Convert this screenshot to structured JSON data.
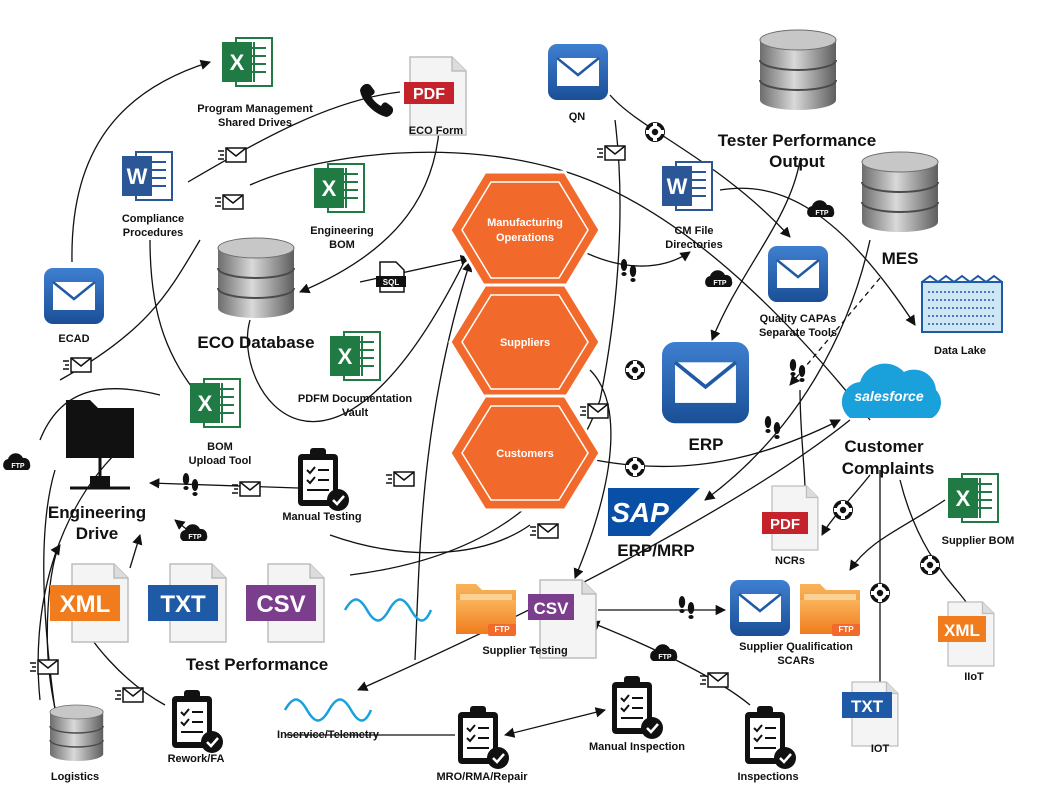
{
  "nodes": {
    "program_mgmt": [
      "Program Management",
      "Shared Drives"
    ],
    "eco_form": [
      "ECO Form"
    ],
    "compliance": [
      "Compliance",
      "Procedures"
    ],
    "eng_bom": [
      "Engineering",
      "BOM"
    ],
    "ecad": [
      "ECAD"
    ],
    "eco_database": [
      "ECO Database"
    ],
    "pdfm_vault": [
      "PDFM Documentation",
      "Vault"
    ],
    "bom_upload": [
      "BOM",
      "Upload Tool"
    ],
    "eng_drive": [
      "Engineering",
      "Drive"
    ],
    "manual_testing": [
      "Manual Testing"
    ],
    "test_performance": [
      "Test Performance"
    ],
    "logistics": [
      "Logistics"
    ],
    "rework": [
      "Rework/FA"
    ],
    "inservice": [
      "Inservice/Telemetry"
    ],
    "mro": [
      "MRO/RMA/Repair"
    ],
    "manual_inspection": [
      "Manual Inspection"
    ],
    "inspections": [
      "Inspections"
    ],
    "supplier_testing": [
      "Supplier Testing"
    ],
    "supplier_qual": [
      "Supplier Qualification",
      "SCARs"
    ],
    "iot": [
      "IOT"
    ],
    "iiot": [
      "IIoT"
    ],
    "supplier_bom": [
      "Supplier BOM"
    ],
    "ncrs": [
      "NCRs"
    ],
    "customer_complaints": [
      "Customer",
      "Complaints"
    ],
    "erp_mrp": [
      "ERP/MRP"
    ],
    "erp": [
      "ERP"
    ],
    "quality_capas": [
      "Quality CAPAs",
      "Separate Tools"
    ],
    "data_lake": [
      "Data Lake"
    ],
    "mes": [
      "MES"
    ],
    "cm_file": [
      "CM File",
      "Directories"
    ],
    "tester_perf": [
      "Tester Performance",
      "Output"
    ],
    "qn": [
      "QN"
    ]
  },
  "hexagons": {
    "manufacturing": [
      "Manufacturing",
      "Operations"
    ],
    "suppliers": [
      "Suppliers"
    ],
    "customers": [
      "Customers"
    ]
  },
  "file_badges": {
    "pdf": "PDF",
    "xls": "X",
    "doc": "W",
    "xml": "XML",
    "txt": "TXT",
    "csv": "CSV",
    "sql": "SQL",
    "ftp": "FTP",
    "sap": "SAP",
    "salesforce": "salesforce"
  },
  "colors": {
    "orange": "#f26a2b",
    "excel_green": "#1f7a43",
    "word_blue": "#2b5797",
    "mail_blue": "#1f5aa6",
    "csv_purple": "#7a3e8c",
    "txt_blue": "#1f5aa6",
    "salesforce": "#1aa1dc",
    "db_gray": "#8e8e8e",
    "sap_blue": "#0a4fa6"
  }
}
